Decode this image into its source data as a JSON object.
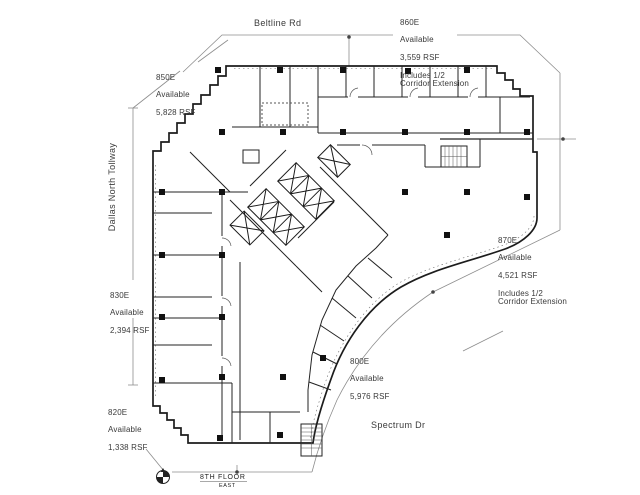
{
  "plan": {
    "title": {
      "floor": "8TH FLOOR",
      "direction": "EAST"
    },
    "streets": {
      "top": "Beltline Rd",
      "west": "Dallas North Tollway",
      "southeast": "Spectrum Dr"
    },
    "suites": [
      {
        "number": "850E",
        "status": "Available",
        "area": "5,828 RSF",
        "note": ""
      },
      {
        "number": "860E",
        "status": "Available",
        "area": "3,559 RSF",
        "note": "Includes 1/2 Corridor Extension"
      },
      {
        "number": "870E",
        "status": "Available",
        "area": "4,521 RSF",
        "note": "Includes 1/2 Corridor Extension"
      },
      {
        "number": "830E",
        "status": "Available",
        "area": "2,394 RSF",
        "note": ""
      },
      {
        "number": "820E",
        "status": "Available",
        "area": "1,338 RSF",
        "note": ""
      },
      {
        "number": "800E",
        "status": "Available",
        "area": "5,976 RSF",
        "note": ""
      }
    ],
    "icons": {
      "north_arrow": "quartered-circle-north-arrow"
    },
    "colors": {
      "walls": "#1c1c1c",
      "streets": "#8d8d8d",
      "text": "#3a3a3a",
      "columns": "#111111",
      "background": "#ffffff"
    }
  }
}
